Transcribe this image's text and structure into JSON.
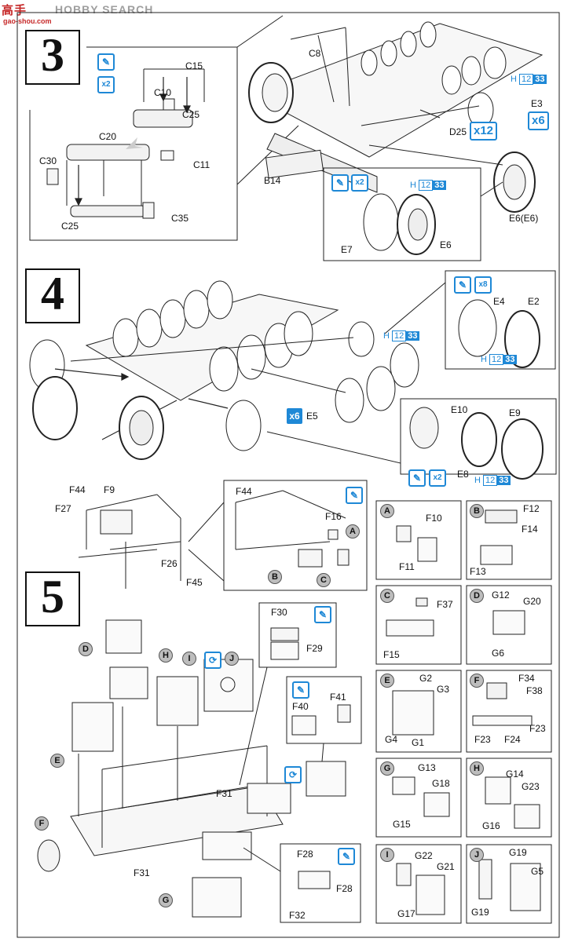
{
  "watermark": {
    "brand": "HOBBY SEARCH",
    "logo_glyphs": "高手",
    "site": "gao-shou.com"
  },
  "steps": {
    "s3": "3",
    "s4": "4",
    "s5": "5"
  },
  "badges": {
    "x2": "x2",
    "x6": "x6",
    "x8": "x8",
    "x12": "x12",
    "h": "H",
    "h_num1": "12",
    "h_num2": "33"
  },
  "step3": {
    "inset_labels": [
      "C15",
      "C10",
      "C25",
      "C20",
      "C11",
      "C30",
      "C35",
      "C25"
    ],
    "labels": [
      "C8",
      "B14",
      "E3",
      "D25",
      "E6(E6)",
      "E7",
      "E6"
    ]
  },
  "step4": {
    "labels": [
      "E4",
      "E2",
      "E5",
      "E10",
      "E9",
      "E8"
    ]
  },
  "step5": {
    "frame_labels": [
      "F44",
      "F9",
      "F27",
      "F26",
      "F45"
    ],
    "zoom_labels": [
      "F44",
      "F16",
      "A",
      "B",
      "C"
    ],
    "main_labels": [
      "D",
      "H",
      "I",
      "J",
      "E",
      "F",
      "F31",
      "F31",
      "G"
    ],
    "box_f30": [
      "F30",
      "F29"
    ],
    "box_f40": [
      "F40",
      "F41"
    ],
    "box_f28": [
      "F28",
      "F28",
      "F32"
    ],
    "panels": {
      "A": {
        "key": "A",
        "labels": [
          "F10",
          "F11"
        ]
      },
      "B": {
        "key": "B",
        "labels": [
          "F12",
          "F14",
          "F13"
        ]
      },
      "C": {
        "key": "C",
        "labels": [
          "F37",
          "F15"
        ]
      },
      "D": {
        "key": "D",
        "labels": [
          "G12",
          "G20",
          "G6"
        ]
      },
      "E": {
        "key": "E",
        "labels": [
          "G2",
          "G3",
          "G4",
          "G1"
        ]
      },
      "F": {
        "key": "F",
        "labels": [
          "F34",
          "F38",
          "F23",
          "F24",
          "F23"
        ]
      },
      "G": {
        "key": "G",
        "labels": [
          "G13",
          "G18",
          "G15"
        ]
      },
      "H": {
        "key": "H",
        "labels": [
          "G14",
          "G23",
          "G16"
        ]
      },
      "I": {
        "key": "I",
        "labels": [
          "G22",
          "G21",
          "G17"
        ]
      },
      "J": {
        "key": "J",
        "labels": [
          "G19",
          "G5",
          "G19"
        ]
      }
    }
  }
}
